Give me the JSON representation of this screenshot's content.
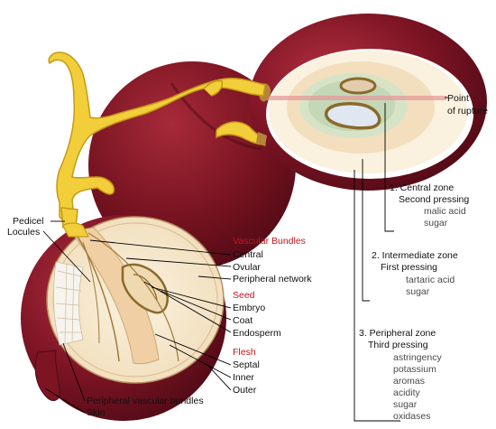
{
  "colors": {
    "skin": "#7d1424",
    "skin_dark": "#5a0c18",
    "flesh": "#f8ecd6",
    "inner_flesh": "#f2ddb4",
    "zone_green": "#d3e3c9",
    "stem": "#f2cf3a",
    "stem_outline": "#c59a14",
    "red_label": "#c0171d",
    "rupture_line": "#e49a9a"
  },
  "labels": {
    "rupture": [
      "Point",
      "of rupture"
    ],
    "pedicel": "Pedicel",
    "locules": "Locules",
    "vascular_header": "Vascular Bundles",
    "central": "Central",
    "ovular": "Ovular",
    "peripheral_network": "Peripheral network",
    "seed_header": "Seed",
    "embryo": "Embryo",
    "coat": "Coat",
    "endosperm": "Endosperm",
    "flesh_header": "Flesh",
    "septal": "Septal",
    "inner": "Inner",
    "outer": "Outer",
    "peripheral_vascular_bundles": "Peripheral vascular bundles",
    "skin": "Skin"
  },
  "zones": [
    {
      "title": "1. Central zone",
      "pressing": "Second pressing",
      "items": [
        "malic acid",
        "sugar"
      ]
    },
    {
      "title": "2. Intermediate zone",
      "pressing": "First pressing",
      "items": [
        "tartaric acid",
        "sugar"
      ]
    },
    {
      "title": "3. Peripheral zone",
      "pressing": "Third pressing",
      "items": [
        "astringency",
        "potassium",
        "aromas",
        "acidity",
        "sugar",
        "oxidases"
      ]
    }
  ]
}
